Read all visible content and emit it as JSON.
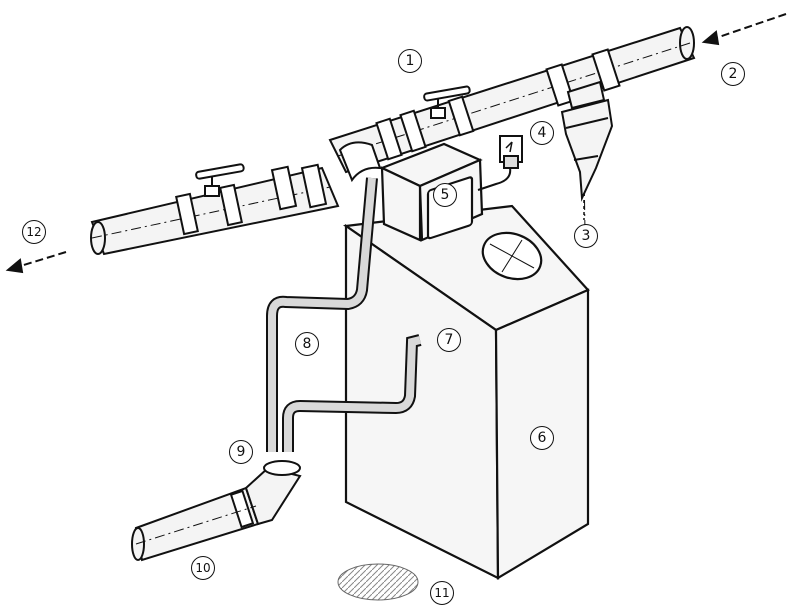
{
  "diagram": {
    "labels": {
      "l1": "1",
      "l2": "2",
      "l3": "3",
      "l4": "4",
      "l5": "5",
      "l6": "6",
      "l7": "7",
      "l8": "8",
      "l9": "9",
      "l10": "10",
      "l11": "11",
      "l12": "12"
    },
    "colors": {
      "line": "#111111",
      "pipe": "#f4f4f4",
      "box": "#f6f6f6",
      "hose": "#d9d9d9"
    }
  }
}
